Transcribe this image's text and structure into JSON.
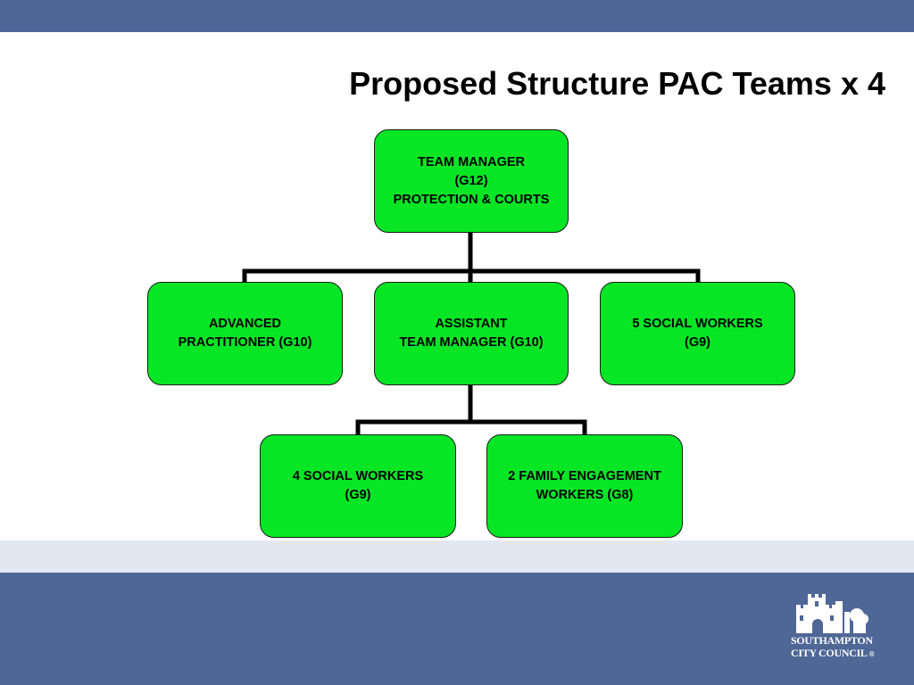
{
  "slide": {
    "title": "Proposed Structure PAC Teams x 4"
  },
  "org_chart": {
    "root": {
      "lines": [
        "TEAM MANAGER",
        "(G12)",
        "PROTECTION & COURTS"
      ]
    },
    "level2": [
      {
        "lines": [
          "ADVANCED",
          "PRACTITIONER (G10)"
        ]
      },
      {
        "lines": [
          "ASSISTANT",
          "TEAM MANAGER (G10)"
        ]
      },
      {
        "lines": [
          "5 SOCIAL WORKERS",
          "(G9)"
        ]
      }
    ],
    "level3": [
      {
        "lines": [
          "4 SOCIAL WORKERS",
          "(G9)"
        ]
      },
      {
        "lines": [
          "2 FAMILY ENGAGEMENT",
          "WORKERS (G8)"
        ]
      }
    ]
  },
  "logo": {
    "line1": "SOUTHAMPTON",
    "line2": "CITY COUNCIL",
    "mark": "®"
  },
  "colors": {
    "band": "#4e6796",
    "light_band": "#e3e7f1",
    "box_fill": "#06e625"
  }
}
